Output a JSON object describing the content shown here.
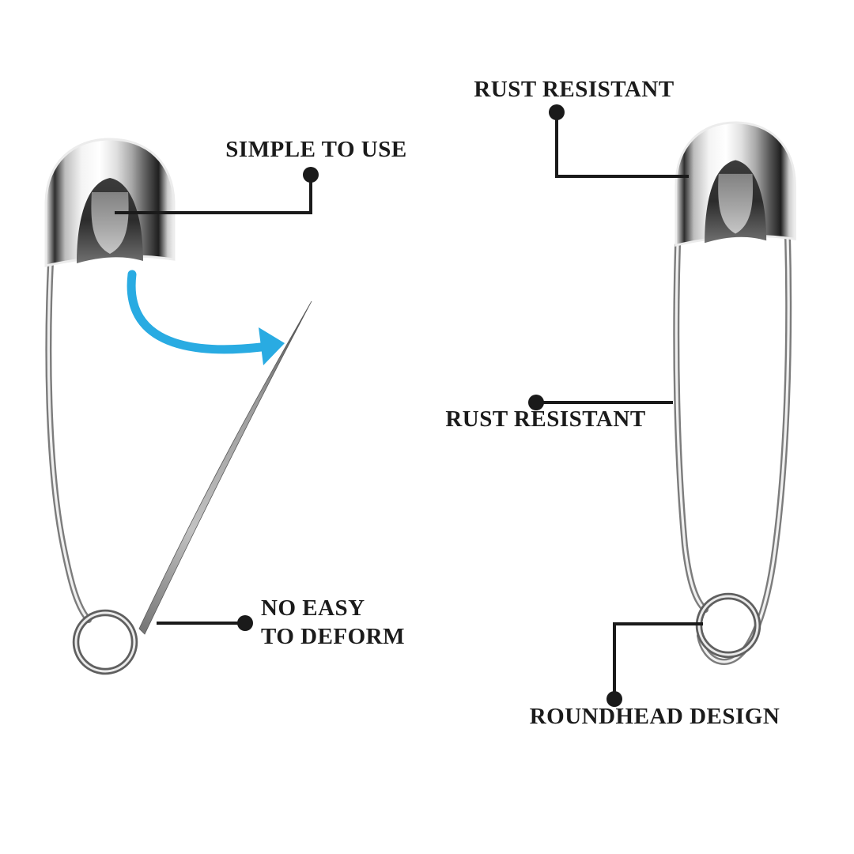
{
  "colors": {
    "background": "#ffffff",
    "text": "#1b1b1b",
    "callout": "#1a1a1a",
    "accent_blue": "#29ABE2"
  },
  "labels": {
    "simple_to_use": "SIMPLE TO USE",
    "rust_resistant_top": "RUST RESISTANT",
    "rust_resistant_side": "RUST RESISTANT",
    "no_easy_line1": "NO EASY",
    "no_easy_line2": "TO DEFORM",
    "roundhead_design": "ROUNDHEAD DESIGN"
  },
  "figures": {
    "left_pin": "open-safety-pin",
    "right_pin": "closed-safety-pin",
    "arrow": "open-motion-arrow"
  }
}
